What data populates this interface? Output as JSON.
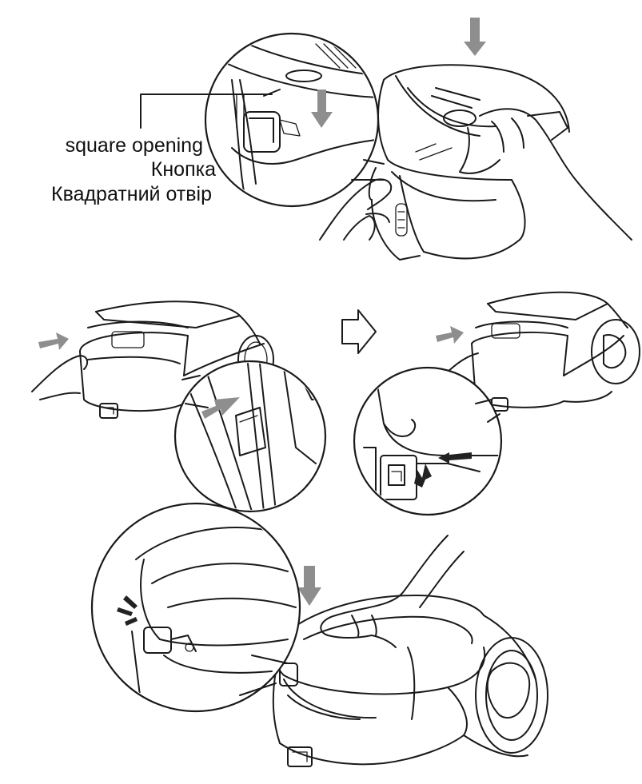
{
  "callout_labels": {
    "square_opening": "square opening",
    "button": "Кнопка",
    "square_opening_ua": "Квадратний отвір"
  },
  "colors": {
    "line": "#1a1a1a",
    "arrow": "#8e8e8e",
    "background": "#ffffff"
  },
  "icons": [
    "down-arrow-icon",
    "right-arrow-icon",
    "outline-step-arrow-icon",
    "click-sound-marks-icon"
  ]
}
